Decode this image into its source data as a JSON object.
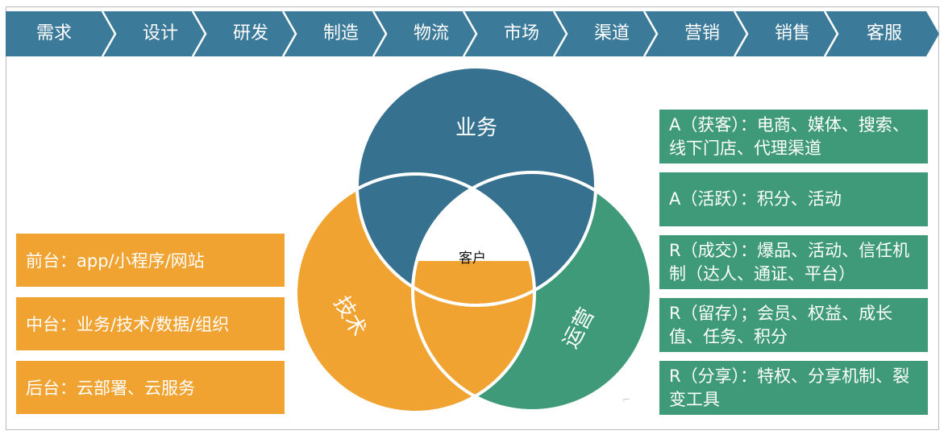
{
  "value_chain": [
    "需求",
    "设计",
    "研发",
    "制造",
    "物流",
    "市场",
    "渠道",
    "营销",
    "销售",
    "客服"
  ],
  "venn": {
    "top": "业务",
    "left": "技术",
    "right": "运营",
    "center": "客户"
  },
  "platforms": [
    "前台：app/小程序/网站",
    "中台：业务/技术/数据/组织",
    "后台：云部署、云服务"
  ],
  "funnel": [
    "A（获客）：电商、媒体、搜索、线下门店、代理渠道",
    "A（活跃）：积分、活动",
    "R（成交）：爆品、活动、信任机制（达人、通证、平台）",
    "R（留存）；会员、权益、成长值、任务、积分",
    "R（分享）：特权、分享机制、裂变工具"
  ],
  "colors": {
    "chain": "#3c7a99",
    "business": "#36718f",
    "tech": "#f0a330",
    "ops": "#3f9a7a",
    "center": "#ffffff"
  }
}
